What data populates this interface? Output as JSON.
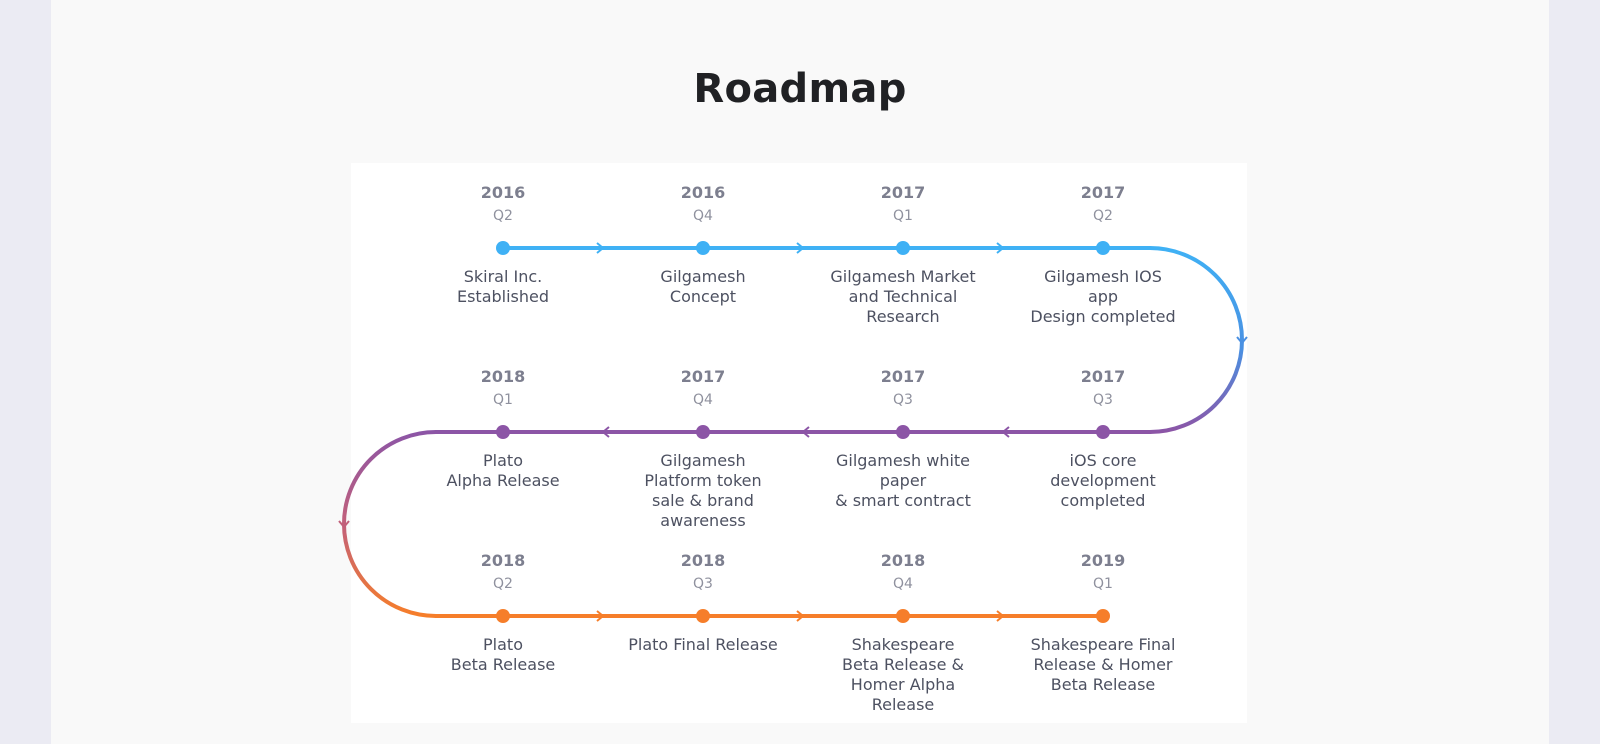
{
  "page": {
    "title": "Roadmap"
  },
  "roadmap": {
    "colors": {
      "row1": "#3fb1f5",
      "row2": "#8c55a6",
      "row3": "#f67e2a",
      "mid_1_2": "#4a90e2",
      "mid_2_3": "#c2607a"
    },
    "rows": [
      {
        "color": "#3fb1f5",
        "milestones": [
          {
            "year": "2016",
            "quarter": "Q2",
            "text": "Skiral Inc.\nEstablished"
          },
          {
            "year": "2016",
            "quarter": "Q4",
            "text": "Gilgamesh\nConcept"
          },
          {
            "year": "2017",
            "quarter": "Q1",
            "text": "Gilgamesh Market\nand Technical\nResearch"
          },
          {
            "year": "2017",
            "quarter": "Q2",
            "text": "Gilgamesh IOS\napp\nDesign completed"
          }
        ]
      },
      {
        "color": "#8c55a6",
        "milestones": [
          {
            "year": "2018",
            "quarter": "Q1",
            "text": "Plato\nAlpha Release"
          },
          {
            "year": "2017",
            "quarter": "Q4",
            "text": "Gilgamesh\nPlatform token\nsale & brand\nawareness"
          },
          {
            "year": "2017",
            "quarter": "Q3",
            "text": "Gilgamesh white\npaper\n& smart contract"
          },
          {
            "year": "2017",
            "quarter": "Q3",
            "text": "iOS core\ndevelopment\ncompleted"
          }
        ]
      },
      {
        "color": "#f67e2a",
        "milestones": [
          {
            "year": "2018",
            "quarter": "Q2",
            "text": "Plato\nBeta Release"
          },
          {
            "year": "2018",
            "quarter": "Q3",
            "text": "Plato Final Release"
          },
          {
            "year": "2018",
            "quarter": "Q4",
            "text": "Shakespeare\nBeta Release &\nHomer Alpha\nRelease"
          },
          {
            "year": "2019",
            "quarter": "Q1",
            "text": "Shakespeare Final\nRelease & Homer\nBeta Release"
          }
        ]
      }
    ]
  }
}
